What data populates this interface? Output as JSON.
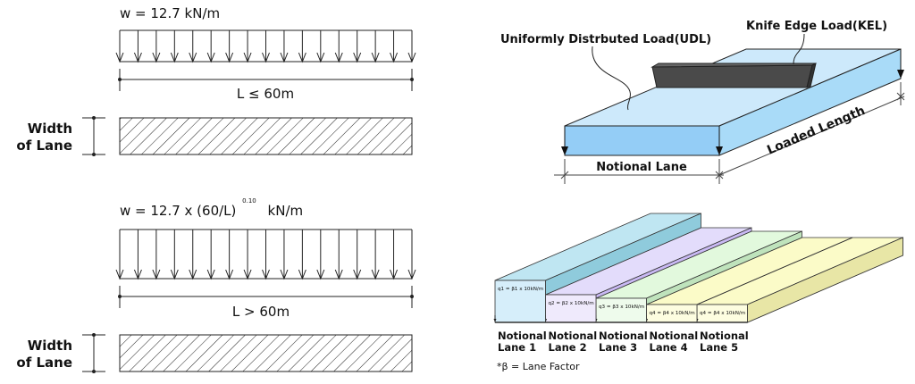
{
  "left_panel": {
    "case1": {
      "load_formula": "w = 12.7 kN/m",
      "span_label": "L ≤ 60m",
      "width_label_line1": "Width",
      "width_label_line2": "of Lane"
    },
    "case2": {
      "load_formula_base": "w = 12.7 x (60/L)",
      "load_formula_exponent": "0.10",
      "load_formula_unit": "kN/m",
      "span_label": "L > 60m",
      "width_label_line1": "Width",
      "width_label_line2": "of Lane"
    }
  },
  "top_right": {
    "udl_label": "Uniformly Distrbuted Load(UDL)",
    "kel_label": "Knife Edge Load(KEL)",
    "notional_lane_label": "Notional Lane",
    "loaded_length_label": "Loaded Length",
    "colors": {
      "top": "#cde9fb",
      "front": "#94cdf6",
      "side": "#a9dbf8",
      "kel": "#4a4a4a"
    }
  },
  "bottom_right": {
    "lanes": [
      {
        "name_line1": "Notional",
        "name_line2": "Lane 1",
        "load": "q1 = β1 x 10kN/m",
        "color": "#d6eefa",
        "top": "#bfe6f2",
        "side": "#8fcbdc"
      },
      {
        "name_line1": "Notional",
        "name_line2": "Lane 2",
        "load": "q2 = β2 x 10kN/m",
        "color": "#efeafc",
        "top": "#e3dcfb",
        "side": "#c9b9f3"
      },
      {
        "name_line1": "Notional",
        "name_line2": "Lane 3",
        "load": "q3 = β3 x 10kN/m",
        "color": "#eefbec",
        "top": "#e2f9dd",
        "side": "#bfe3bc"
      },
      {
        "name_line1": "Notional",
        "name_line2": "Lane 4",
        "load": "q4 = β4 x 10kN/m",
        "color": "#fdfde0",
        "top": "#fbfbc8",
        "side": "#e8e6a6"
      },
      {
        "name_line1": "Notional",
        "name_line2": "Lane 5",
        "load": "q4 = β4 x 10kN/m",
        "color": "#fdfde0",
        "top": "#fbfbc8",
        "side": "#e8e6a6"
      }
    ],
    "footnote": "*β = Lane Factor"
  }
}
